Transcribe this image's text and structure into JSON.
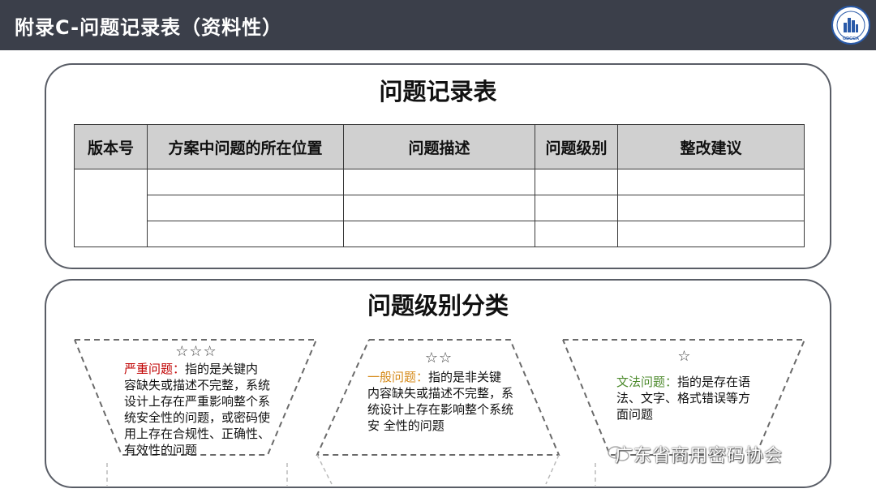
{
  "header": {
    "title": "附录C-问题记录表（资料性）"
  },
  "logo": {
    "text": "GDCCA"
  },
  "record_table": {
    "title": "问题记录表",
    "columns": [
      "版本号",
      "方案中问题的所在位置",
      "问题描述",
      "问题级别",
      "整改建议"
    ]
  },
  "classification": {
    "title": "问题级别分类",
    "items": [
      {
        "stars": "☆☆☆",
        "term": "严重问题：",
        "text": "指的是关键内容缺失或描述不完整，系统设计上存在严重影响整个系统安全性的问题，或密码使用上存在合规性、正确性、有效性的问题"
      },
      {
        "stars": "☆☆",
        "term": "一般问题：",
        "text": "指的是非关键内容缺失或描述不完整，系统设计上存在影响整个系统安 全性的问题"
      },
      {
        "stars": "☆",
        "term": "文法问题：",
        "text": "指的是存在语法、文字、格式错误等方面问题"
      }
    ]
  },
  "watermark": {
    "text": "广东省商用密码协会"
  },
  "colors": {
    "header_bg": "#3b3f4a",
    "severe": "#c00000",
    "general": "#d58a1a",
    "grammar": "#4e8b2e"
  }
}
